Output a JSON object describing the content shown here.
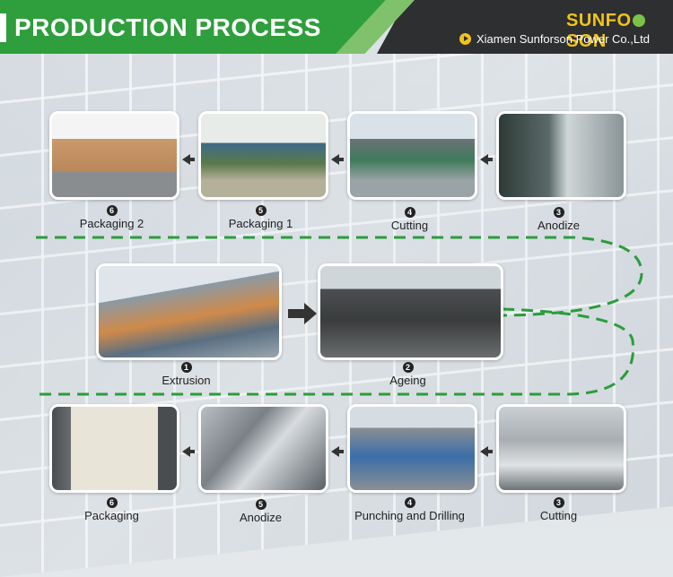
{
  "header": {
    "title": "PRODUCTION PROCESS",
    "logo_left": "SUNFO",
    "logo_right": "SON",
    "company": "Xiamen Sunforson Power Co.,Ltd",
    "colors": {
      "green": "#2f9e3c",
      "dark": "#2d2f31",
      "yellow": "#f2c31a"
    }
  },
  "rows": {
    "top": [
      {
        "num": "6",
        "label": "Packaging 2"
      },
      {
        "num": "5",
        "label": "Packaging 1"
      },
      {
        "num": "4",
        "label": "Cutting"
      },
      {
        "num": "3",
        "label": "Anodize"
      }
    ],
    "middle": [
      {
        "num": "1",
        "label": "Extrusion"
      },
      {
        "num": "2",
        "label": "Ageing"
      }
    ],
    "bottom": [
      {
        "num": "6",
        "label": "Packaging"
      },
      {
        "num": "5",
        "label": "Anodize"
      },
      {
        "num": "4",
        "label": "Punching and Drilling"
      },
      {
        "num": "3",
        "label": "Cutting"
      }
    ]
  },
  "flow_line_color": "#2a9d3b"
}
